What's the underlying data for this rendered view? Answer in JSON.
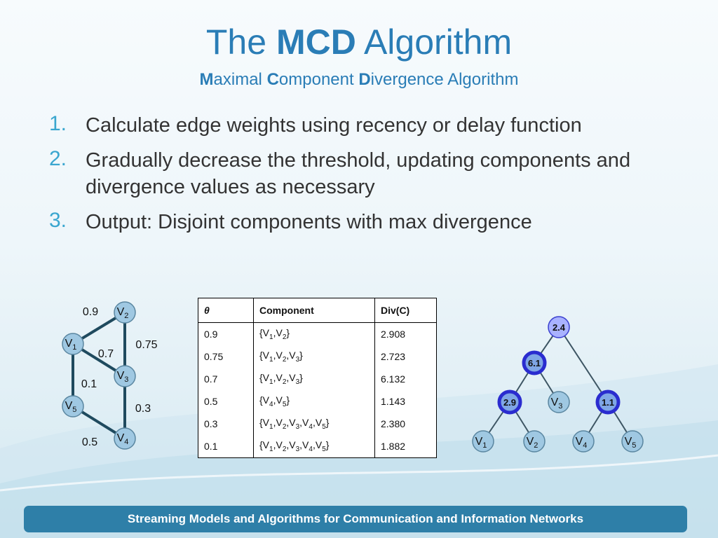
{
  "title": {
    "prefix": "The",
    "bold": "MCD",
    "suffix": "Algorithm"
  },
  "subtitle": [
    {
      "bold": "M",
      "rest": "aximal"
    },
    {
      "bold": "C",
      "rest": "omponent"
    },
    {
      "bold": "D",
      "rest": "ivergence Algorithm"
    }
  ],
  "steps": [
    {
      "num": "1.",
      "text": "Calculate edge weights using recency or delay function"
    },
    {
      "num": "2.",
      "text": "Gradually decrease the threshold, updating components and divergence values as necessary"
    },
    {
      "num": "3.",
      "text": "Output: Disjoint components with max divergence"
    }
  ],
  "graph": {
    "nodes": [
      {
        "id": "v1",
        "label": "V",
        "sub": "1"
      },
      {
        "id": "v2",
        "label": "V",
        "sub": "2"
      },
      {
        "id": "v3",
        "label": "V",
        "sub": "3"
      },
      {
        "id": "v4",
        "label": "V",
        "sub": "4"
      },
      {
        "id": "v5",
        "label": "V",
        "sub": "5"
      }
    ],
    "edges": [
      {
        "from": "v1",
        "to": "v2",
        "weight": "0.9"
      },
      {
        "from": "v2",
        "to": "v3",
        "weight": "0.75"
      },
      {
        "from": "v1",
        "to": "v3",
        "weight": "0.7"
      },
      {
        "from": "v1",
        "to": "v5",
        "weight": "0.1"
      },
      {
        "from": "v3",
        "to": "v4",
        "weight": "0.3"
      },
      {
        "from": "v5",
        "to": "v4",
        "weight": "0.5"
      }
    ]
  },
  "table": {
    "headers": {
      "theta": "θ",
      "component": "Component",
      "div": "Div(C)"
    },
    "rows": [
      {
        "theta": "0.9",
        "component": [
          "1",
          "2"
        ],
        "div": "2.908"
      },
      {
        "theta": "0.75",
        "component": [
          "1",
          "2",
          "3"
        ],
        "div": "2.723"
      },
      {
        "theta": "0.7",
        "component": [
          "1",
          "2",
          "3"
        ],
        "div": "6.132"
      },
      {
        "theta": "0.5",
        "component": [
          "4",
          "5"
        ],
        "div": "1.143"
      },
      {
        "theta": "0.3",
        "component": [
          "1",
          "2",
          "3",
          "4",
          "5"
        ],
        "div": "2.380"
      },
      {
        "theta": "0.1",
        "component": [
          "1",
          "2",
          "3",
          "4",
          "5"
        ],
        "div": "1.882"
      }
    ]
  },
  "tree": {
    "nodes": [
      {
        "id": "root",
        "text": "2.4",
        "kind": "internal-light"
      },
      {
        "id": "n61",
        "text": "6.1",
        "kind": "internal-dark"
      },
      {
        "id": "n29",
        "text": "2.9",
        "kind": "internal-dark"
      },
      {
        "id": "n11",
        "text": "1.1",
        "kind": "internal-dark"
      },
      {
        "id": "t3",
        "text": "V",
        "sub": "3",
        "kind": "leaf"
      },
      {
        "id": "t1",
        "text": "V",
        "sub": "1",
        "kind": "leaf"
      },
      {
        "id": "t2",
        "text": "V",
        "sub": "2",
        "kind": "leaf"
      },
      {
        "id": "t4",
        "text": "V",
        "sub": "4",
        "kind": "leaf"
      },
      {
        "id": "t5",
        "text": "V",
        "sub": "5",
        "kind": "leaf"
      }
    ],
    "edges": [
      [
        "root",
        "n61"
      ],
      [
        "root",
        "n11"
      ],
      [
        "n61",
        "n29"
      ],
      [
        "n61",
        "t3"
      ],
      [
        "n29",
        "t1"
      ],
      [
        "n29",
        "t2"
      ],
      [
        "n11",
        "t4"
      ],
      [
        "n11",
        "t5"
      ]
    ]
  },
  "footer": "Streaming Models and Algorithms for Communication and Information Networks",
  "colors": {
    "title": "#2a7db6",
    "number": "#3aa6cf",
    "graph_edge": "#1f4a5e",
    "node_leaf": "#9fc8e2",
    "node_dark": "#2a2ccf",
    "node_light": "#a9b2ff",
    "footer_bg": "#2e7fa8"
  }
}
